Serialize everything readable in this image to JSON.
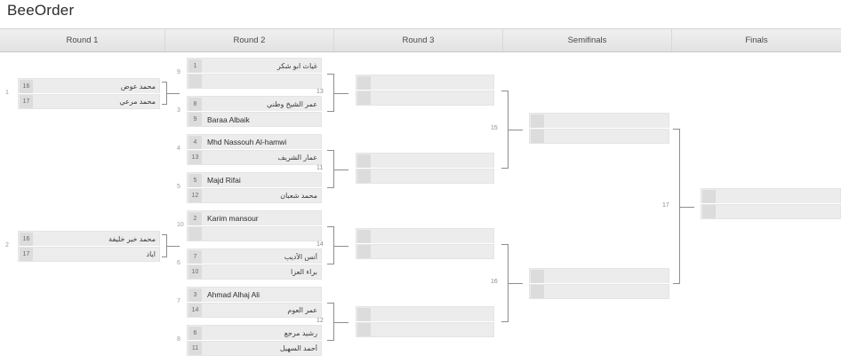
{
  "brand": "BeeOrder",
  "header": {
    "rounds": [
      {
        "label": "Round 1",
        "width": 186
      },
      {
        "label": "Round 2",
        "width": 190
      },
      {
        "label": "Round 3",
        "width": 190
      },
      {
        "label": "Semifinals",
        "width": 190
      },
      {
        "label": "Finals",
        "width": 190
      }
    ]
  },
  "round1": {
    "matches": [
      {
        "id": "1",
        "slots": [
          {
            "seed": "16",
            "name": "محمد عوض",
            "script": "ar"
          },
          {
            "seed": "17",
            "name": "محمد مرعي",
            "script": "ar"
          }
        ]
      },
      {
        "id": "2",
        "slots": [
          {
            "seed": "16",
            "name": "محمد خير خليفة",
            "script": "ar"
          },
          {
            "seed": "17",
            "name": "اياد",
            "script": "ar"
          }
        ]
      }
    ]
  },
  "round2": {
    "matches": [
      {
        "id": "9",
        "slots": [
          {
            "seed": "1",
            "name": "غياث ابو شكر",
            "script": "ar"
          },
          {
            "seed": "",
            "name": "",
            "script": "empty"
          }
        ]
      },
      {
        "id": "3",
        "slots": [
          {
            "seed": "8",
            "name": "عمر الشيخ وطني",
            "script": "ar"
          },
          {
            "seed": "9",
            "name": "Baraa Albaik",
            "script": "lat"
          }
        ]
      },
      {
        "id": "4",
        "slots": [
          {
            "seed": "4",
            "name": "Mhd Nassouh Al-hamwi",
            "script": "lat"
          },
          {
            "seed": "13",
            "name": "عمار الشريف",
            "script": "ar"
          }
        ]
      },
      {
        "id": "5",
        "slots": [
          {
            "seed": "5",
            "name": "Majd Rifai",
            "script": "lat"
          },
          {
            "seed": "12",
            "name": "محمد شعبان",
            "script": "ar"
          }
        ]
      },
      {
        "id": "10",
        "slots": [
          {
            "seed": "2",
            "name": "Karim mansour",
            "script": "lat"
          },
          {
            "seed": "",
            "name": "",
            "script": "empty"
          }
        ]
      },
      {
        "id": "6",
        "slots": [
          {
            "seed": "7",
            "name": "أنس الأديب",
            "script": "ar"
          },
          {
            "seed": "10",
            "name": "براء العزا",
            "script": "ar"
          }
        ]
      },
      {
        "id": "7",
        "slots": [
          {
            "seed": "3",
            "name": "Ahmad Alhaj Ali",
            "script": "lat"
          },
          {
            "seed": "14",
            "name": "عمر العوم",
            "script": "ar"
          }
        ]
      },
      {
        "id": "8",
        "slots": [
          {
            "seed": "6",
            "name": "رشيد مرجع",
            "script": "ar"
          },
          {
            "seed": "11",
            "name": "أحمد السهيل",
            "script": "ar"
          }
        ]
      }
    ]
  },
  "round3": {
    "matches": [
      {
        "id": "13",
        "slots": [
          {
            "seed": "",
            "name": "",
            "script": "empty"
          },
          {
            "seed": "",
            "name": "",
            "script": "empty"
          }
        ]
      },
      {
        "id": "11",
        "slots": [
          {
            "seed": "",
            "name": "",
            "script": "empty"
          },
          {
            "seed": "",
            "name": "",
            "script": "empty"
          }
        ]
      },
      {
        "id": "14",
        "slots": [
          {
            "seed": "",
            "name": "",
            "script": "empty"
          },
          {
            "seed": "",
            "name": "",
            "script": "empty"
          }
        ]
      },
      {
        "id": "12",
        "slots": [
          {
            "seed": "",
            "name": "",
            "script": "empty"
          },
          {
            "seed": "",
            "name": "",
            "script": "empty"
          }
        ]
      }
    ]
  },
  "semifinals": {
    "matches": [
      {
        "id": "15",
        "slots": [
          {
            "seed": "",
            "name": "",
            "script": "empty"
          },
          {
            "seed": "",
            "name": "",
            "script": "empty"
          }
        ]
      },
      {
        "id": "16",
        "slots": [
          {
            "seed": "",
            "name": "",
            "script": "empty"
          },
          {
            "seed": "",
            "name": "",
            "script": "empty"
          }
        ]
      }
    ]
  },
  "finals": {
    "matches": [
      {
        "id": "17",
        "slots": [
          {
            "seed": "",
            "name": "",
            "script": "empty"
          },
          {
            "seed": "",
            "name": "",
            "script": "empty"
          }
        ]
      }
    ]
  },
  "connector_labels": {
    "r1_to_r2": [
      "9",
      "10"
    ],
    "r2_to_r3": [
      "13",
      "11",
      "14",
      "12"
    ],
    "r3_to_sf": [
      "15",
      "16"
    ],
    "sf_to_f": [
      "17"
    ]
  },
  "colors": {
    "slot_bg": "#ececec",
    "seed_bg": "#dcdcdc",
    "header_bg": "#e8e8e8",
    "connector": "#8d8d8d",
    "text": "#333333"
  }
}
